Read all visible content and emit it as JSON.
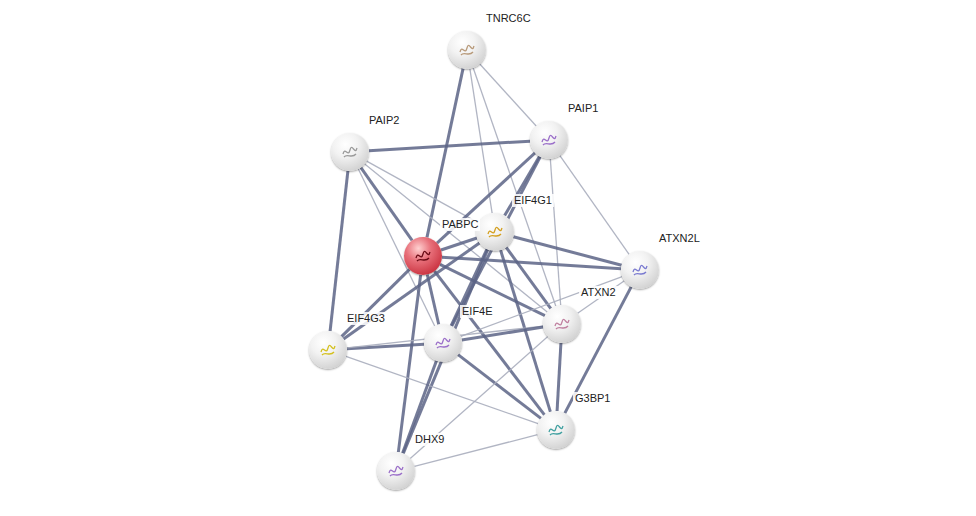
{
  "diagram": {
    "nodes": [
      {
        "text": [
          "TNRC6C"
        ]
      },
      {
        "text": [
          "PAIP2"
        ]
      },
      {
        "text": [
          "PAIP1"
        ]
      },
      {
        "text": [
          "EIF4G1"
        ]
      },
      {
        "text": [
          "PABPC"
        ]
      },
      {
        "text": [
          "ATXN2L"
        ]
      },
      {
        "text": [
          "EIF4G3"
        ]
      },
      {
        "text": [
          "EIF4E"
        ]
      },
      {
        "text": [
          "ATXN2"
        ]
      },
      {
        "text": [
          "G3BP1"
        ]
      },
      {
        "text": [
          "DHX9"
        ]
      }
    ],
    "edges": [
      {
        "from": 0,
        "to": 4,
        "arrow": "none"
      },
      {
        "from": 0,
        "to": 2,
        "arrow": "none"
      },
      {
        "from": 0,
        "to": 3,
        "arrow": "none"
      },
      {
        "from": 0,
        "to": 8,
        "arrow": "none"
      },
      {
        "from": 1,
        "to": 2,
        "arrow": "none"
      },
      {
        "from": 1,
        "to": 4,
        "arrow": "none"
      },
      {
        "from": 1,
        "to": 3,
        "arrow": "none"
      },
      {
        "from": 1,
        "to": 7,
        "arrow": "none"
      },
      {
        "from": 1,
        "to": 6,
        "arrow": "none"
      },
      {
        "from": 1,
        "to": 8,
        "arrow": "none"
      },
      {
        "from": 2,
        "to": 4,
        "arrow": "none"
      },
      {
        "from": 2,
        "to": 3,
        "arrow": "none"
      },
      {
        "from": 2,
        "to": 7,
        "arrow": "none"
      },
      {
        "from": 2,
        "to": 8,
        "arrow": "none"
      },
      {
        "from": 2,
        "to": 5,
        "arrow": "none"
      },
      {
        "from": 4,
        "to": 3,
        "arrow": "none"
      },
      {
        "from": 4,
        "to": 5,
        "arrow": "none"
      },
      {
        "from": 4,
        "to": 8,
        "arrow": "none"
      },
      {
        "from": 4,
        "to": 6,
        "arrow": "none"
      },
      {
        "from": 4,
        "to": 7,
        "arrow": "none"
      },
      {
        "from": 4,
        "to": 10,
        "arrow": "none"
      },
      {
        "from": 4,
        "to": 9,
        "arrow": "none"
      },
      {
        "from": 3,
        "to": 5,
        "arrow": "none"
      },
      {
        "from": 3,
        "to": 8,
        "arrow": "none"
      },
      {
        "from": 3,
        "to": 6,
        "arrow": "none"
      },
      {
        "from": 3,
        "to": 7,
        "arrow": "none"
      },
      {
        "from": 3,
        "to": 9,
        "arrow": "none"
      },
      {
        "from": 3,
        "to": 10,
        "arrow": "none"
      },
      {
        "from": 5,
        "to": 8,
        "arrow": "none"
      },
      {
        "from": 5,
        "to": 9,
        "arrow": "none"
      },
      {
        "from": 5,
        "to": 7,
        "arrow": "none"
      },
      {
        "from": 6,
        "to": 7,
        "arrow": "none"
      },
      {
        "from": 6,
        "to": 8,
        "arrow": "none"
      },
      {
        "from": 6,
        "to": 9,
        "arrow": "none"
      },
      {
        "from": 7,
        "to": 8,
        "arrow": "none"
      },
      {
        "from": 7,
        "to": 9,
        "arrow": "none"
      },
      {
        "from": 7,
        "to": 10,
        "arrow": "none"
      },
      {
        "from": 8,
        "to": 9,
        "arrow": "none"
      },
      {
        "from": 8,
        "to": 10,
        "arrow": "none"
      },
      {
        "from": 9,
        "to": 10,
        "arrow": "none"
      }
    ]
  }
}
